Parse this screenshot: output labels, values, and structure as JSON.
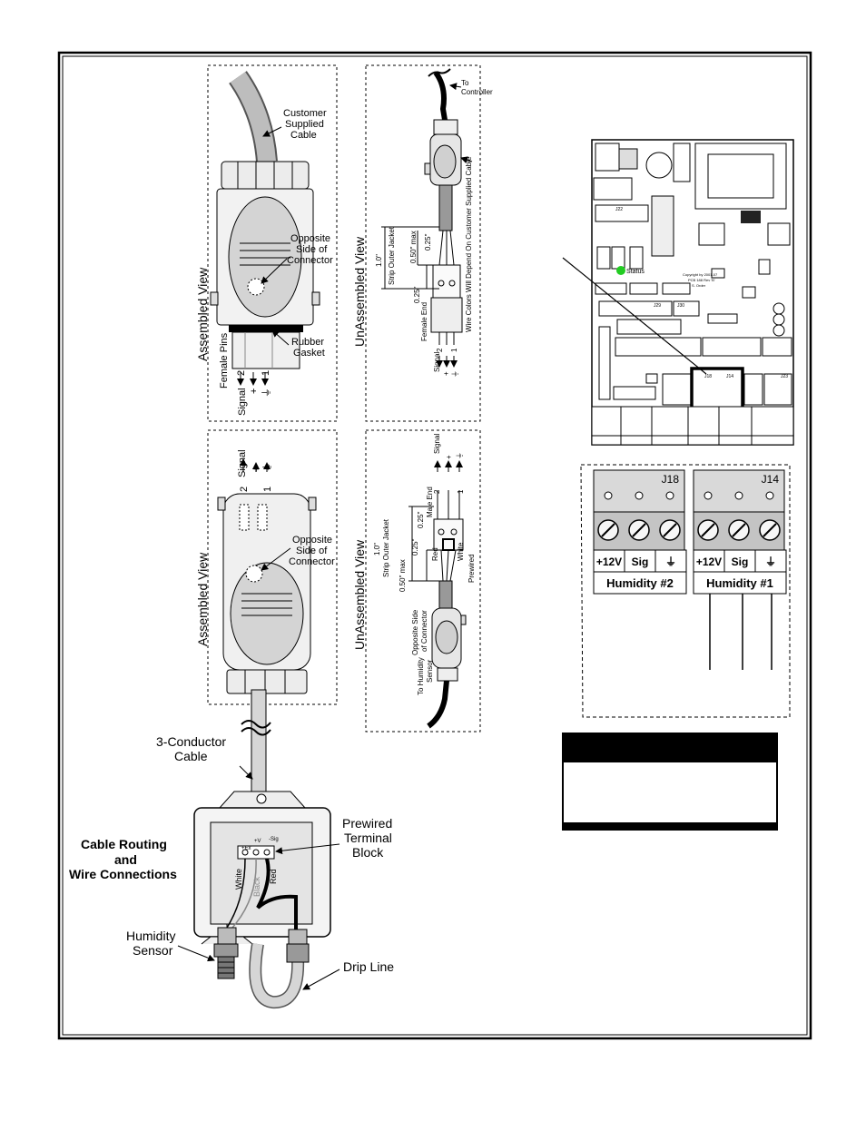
{
  "connector_female": {
    "title": "Assembled View",
    "customer_cable": [
      "Customer",
      "Supplied",
      "Cable"
    ],
    "opposite_side": [
      "Opposite",
      "Side of",
      "Connector"
    ],
    "rubber_gasket": [
      "Rubber",
      "Gasket"
    ],
    "female_pins": "Female Pins",
    "pin_numbers": [
      "2",
      "1"
    ],
    "signal_row": [
      "Signal",
      "+",
      "⏚"
    ]
  },
  "unassembled_top": {
    "title": "UnAssembled View",
    "to_controller": [
      "To",
      "Controller"
    ],
    "strip_jacket": "Strip Outer Jacket",
    "dim_1": "1.0\"",
    "dim_050": "0.50\" max",
    "dim_025a": "0.25\"",
    "dim_025b": "0.25\"",
    "female_end": "Female End",
    "wire_note": "Wire Colors Will Depend On Customer Supplied Cable",
    "signal_row": [
      "Signal",
      "2",
      "+",
      "1",
      "⏚"
    ]
  },
  "connector_male": {
    "title": "Assembled View",
    "opposite_side": [
      "Opposite",
      "Side of",
      "Connector"
    ],
    "pin_numbers": [
      "2",
      "1"
    ],
    "signal_row": [
      "Signal",
      "+",
      "⏚"
    ]
  },
  "unassembled_bottom": {
    "title": "UnAssembled View",
    "male_end": "Male End",
    "strip_jacket": "Strip Outer Jacket",
    "dim_1": "1.0\"",
    "dim_025a": "0.25\"",
    "dim_025b": "0.25\"",
    "dim_050": "0.50\" max",
    "red": "Red",
    "white": "White",
    "prewired": "Prewired",
    "opposite_side": [
      "Opposite Side",
      "of Connector"
    ],
    "to_sensor": [
      "To Humidity",
      "Sensor"
    ],
    "signal_row": [
      "2",
      "Signal",
      "+",
      "1",
      "⏚"
    ]
  },
  "board": {
    "status": "Status",
    "copyright": [
      "Copyright by 2001-07",
      "PCB 188 Rev 'B'",
      "S. Order"
    ],
    "header_labels": [
      "J22",
      "J30",
      "J29",
      "J18",
      "J14",
      "J23"
    ]
  },
  "terminal_blocks": [
    {
      "id": "J18",
      "pins": [
        "+12V",
        "Sig",
        "⏚"
      ],
      "name": "Humidity #2"
    },
    {
      "id": "J14",
      "pins": [
        "+12V",
        "Sig",
        "⏚"
      ],
      "name": "Humidity #1"
    }
  ],
  "sensor": {
    "cable_label": [
      "3-Conductor",
      "Cable"
    ],
    "routing_title": [
      "Cable Routing",
      "and",
      "Wire Connections"
    ],
    "prewired_block": [
      "Prewired",
      "Terminal",
      "Block"
    ],
    "terminal_marks": [
      "+Ex",
      "+V",
      "-Sig"
    ],
    "white": "White",
    "black": "Black",
    "red": "Red",
    "humidity_sensor": [
      "Humidity",
      "Sensor"
    ],
    "drip_line": "Drip Line"
  },
  "colors": {
    "line": "#000000",
    "cable": "#d6d6d6",
    "status_led": "#22cc22",
    "box_fill": "#e4e4e4"
  }
}
